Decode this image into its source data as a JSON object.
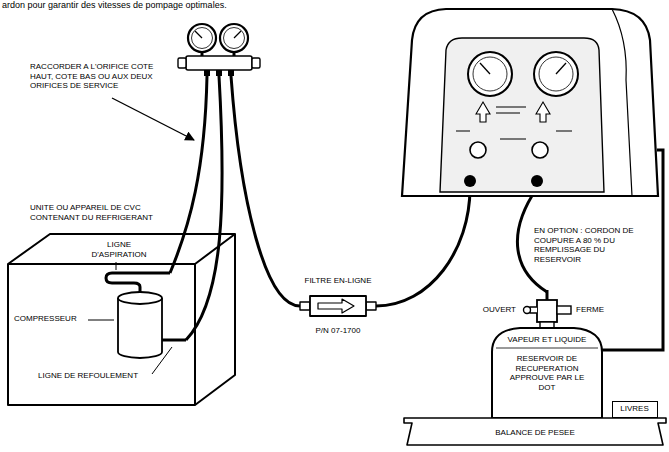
{
  "diagram": {
    "nodes": [
      {
        "text": [
          "UNITE OU APPAREIL DE CVC CONTENANT DU REFRIGERANT"
        ]
      },
      {
        "text": [
          "FILTRE EN-LIGNE",
          "P/N 07-1700"
        ]
      },
      {
        "text": [
          "VAPEUR ET LIQUIDE",
          "RESERVOIR DE RECUPERATION APPROUVE PAR LE DOT"
        ]
      },
      {
        "text": [
          "LIVRES"
        ]
      },
      {
        "text": [
          "BALANCE DE PESEE"
        ]
      }
    ],
    "labels": [
      "ardon pour garantir des vitesses de pompage optimales.",
      "RACCORDER A L'ORIFICE COTE HAUT, COTE BAS OU AUX DEUX ORIFICES DE SERVICE",
      "LIGNE D'ASPIRATION",
      "COMPRESSEUR",
      "LIGNE DE REFOULEMENT",
      "EN OPTION : CORDON DE COUPURE A 80 % DU REMPLISSAGE DU RESERVOIR",
      "OUVERT",
      "FERME"
    ]
  }
}
